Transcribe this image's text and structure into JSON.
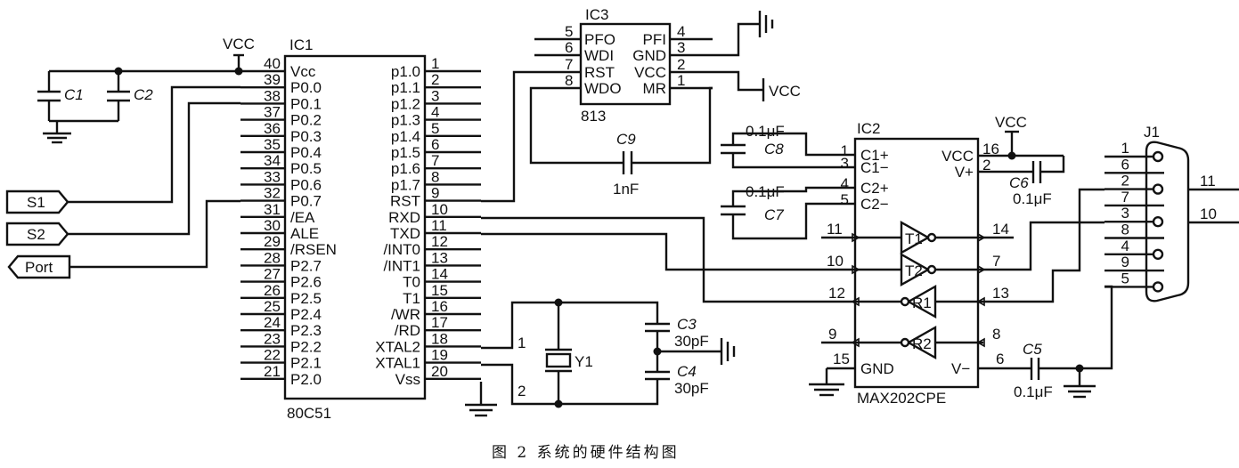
{
  "caption": "图 2   系统的硬件结构图",
  "ic1": {
    "ref": "IC1",
    "part": "80C51",
    "left_pins": [
      {
        "num": "40",
        "name": "Vcc"
      },
      {
        "num": "39",
        "name": "P0.0"
      },
      {
        "num": "38",
        "name": "P0.1"
      },
      {
        "num": "37",
        "name": "P0.2"
      },
      {
        "num": "36",
        "name": "P0.3"
      },
      {
        "num": "35",
        "name": "P0.4"
      },
      {
        "num": "34",
        "name": "P0.5"
      },
      {
        "num": "33",
        "name": "P0.6"
      },
      {
        "num": "32",
        "name": "P0.7"
      },
      {
        "num": "31",
        "name": "/EA"
      },
      {
        "num": "30",
        "name": "ALE"
      },
      {
        "num": "29",
        "name": "/RSEN"
      },
      {
        "num": "28",
        "name": "P2.7"
      },
      {
        "num": "27",
        "name": "P2.6"
      },
      {
        "num": "26",
        "name": "P2.5"
      },
      {
        "num": "25",
        "name": "P2.4"
      },
      {
        "num": "24",
        "name": "P2.3"
      },
      {
        "num": "23",
        "name": "P2.2"
      },
      {
        "num": "22",
        "name": "P2.1"
      },
      {
        "num": "21",
        "name": "P2.0"
      }
    ],
    "right_pins": [
      {
        "num": "1",
        "name": "p1.0"
      },
      {
        "num": "2",
        "name": "p1.1"
      },
      {
        "num": "3",
        "name": "p1.2"
      },
      {
        "num": "4",
        "name": "p1.3"
      },
      {
        "num": "5",
        "name": "p1.4"
      },
      {
        "num": "6",
        "name": "p1.5"
      },
      {
        "num": "7",
        "name": "p1.6"
      },
      {
        "num": "8",
        "name": "p1.7"
      },
      {
        "num": "9",
        "name": "RST"
      },
      {
        "num": "10",
        "name": "RXD"
      },
      {
        "num": "11",
        "name": "TXD"
      },
      {
        "num": "12",
        "name": "/INT0"
      },
      {
        "num": "13",
        "name": "/INT1"
      },
      {
        "num": "14",
        "name": "T0"
      },
      {
        "num": "15",
        "name": "T1"
      },
      {
        "num": "16",
        "name": "/WR"
      },
      {
        "num": "17",
        "name": "/RD"
      },
      {
        "num": "18",
        "name": "XTAL2"
      },
      {
        "num": "19",
        "name": "XTAL1"
      },
      {
        "num": "20",
        "name": "Vss"
      }
    ]
  },
  "ic3": {
    "ref": "IC3",
    "part": "813",
    "left_pins": [
      {
        "num": "5",
        "name": "PFO"
      },
      {
        "num": "6",
        "name": "WDI"
      },
      {
        "num": "7",
        "name": "RST"
      },
      {
        "num": "8",
        "name": "WDO"
      }
    ],
    "right_pins": [
      {
        "num": "4",
        "name": "PFI"
      },
      {
        "num": "3",
        "name": "GND"
      },
      {
        "num": "2",
        "name": "VCC"
      },
      {
        "num": "1",
        "name": "MR"
      }
    ]
  },
  "ic2": {
    "ref": "IC2",
    "part": "MAX202CPE",
    "left_pins": [
      {
        "num": "1",
        "name": "C1+"
      },
      {
        "num": "3",
        "name": "C1−"
      },
      {
        "num": "4",
        "name": "C2+"
      },
      {
        "num": "5",
        "name": "C2−"
      }
    ],
    "right_pins": [
      {
        "num": "16",
        "name": "VCC"
      },
      {
        "num": "2",
        "name": "V+"
      }
    ],
    "gnd_pin": {
      "num": "15",
      "name": "GND"
    },
    "vminus_pin": {
      "num": "6",
      "name": "V−"
    },
    "buffers": [
      {
        "name": "T1",
        "in": "11",
        "out": "14"
      },
      {
        "name": "T2",
        "in": "10",
        "out": "7"
      },
      {
        "name": "R1",
        "in": "13",
        "out": "12"
      },
      {
        "name": "R2",
        "in": "8",
        "out": "9"
      }
    ]
  },
  "j1": {
    "ref": "J1",
    "pins_left": [
      "1",
      "6",
      "2",
      "7",
      "3",
      "8",
      "4",
      "9",
      "5"
    ],
    "pins_right": [
      "11",
      "10"
    ]
  },
  "components": {
    "c1": "C1",
    "c2": "C2",
    "c3": "C3",
    "c3_val": "30pF",
    "c4": "C4",
    "c4_val": "30pF",
    "c5": "C5",
    "c5_val": "0.1μF",
    "c6": "C6",
    "c6_val": "0.1μF",
    "c7": "C7",
    "c7_val": "0.1μF",
    "c8": "C8",
    "c8_val": "0.1μF",
    "c9": "C9",
    "c9_val": "1nF",
    "y1": "Y1",
    "y1_pin1": "1",
    "y1_pin2": "2"
  },
  "nets": {
    "vcc": "VCC"
  },
  "ports": {
    "s1": "S1",
    "s2": "S2",
    "port": "Port"
  }
}
